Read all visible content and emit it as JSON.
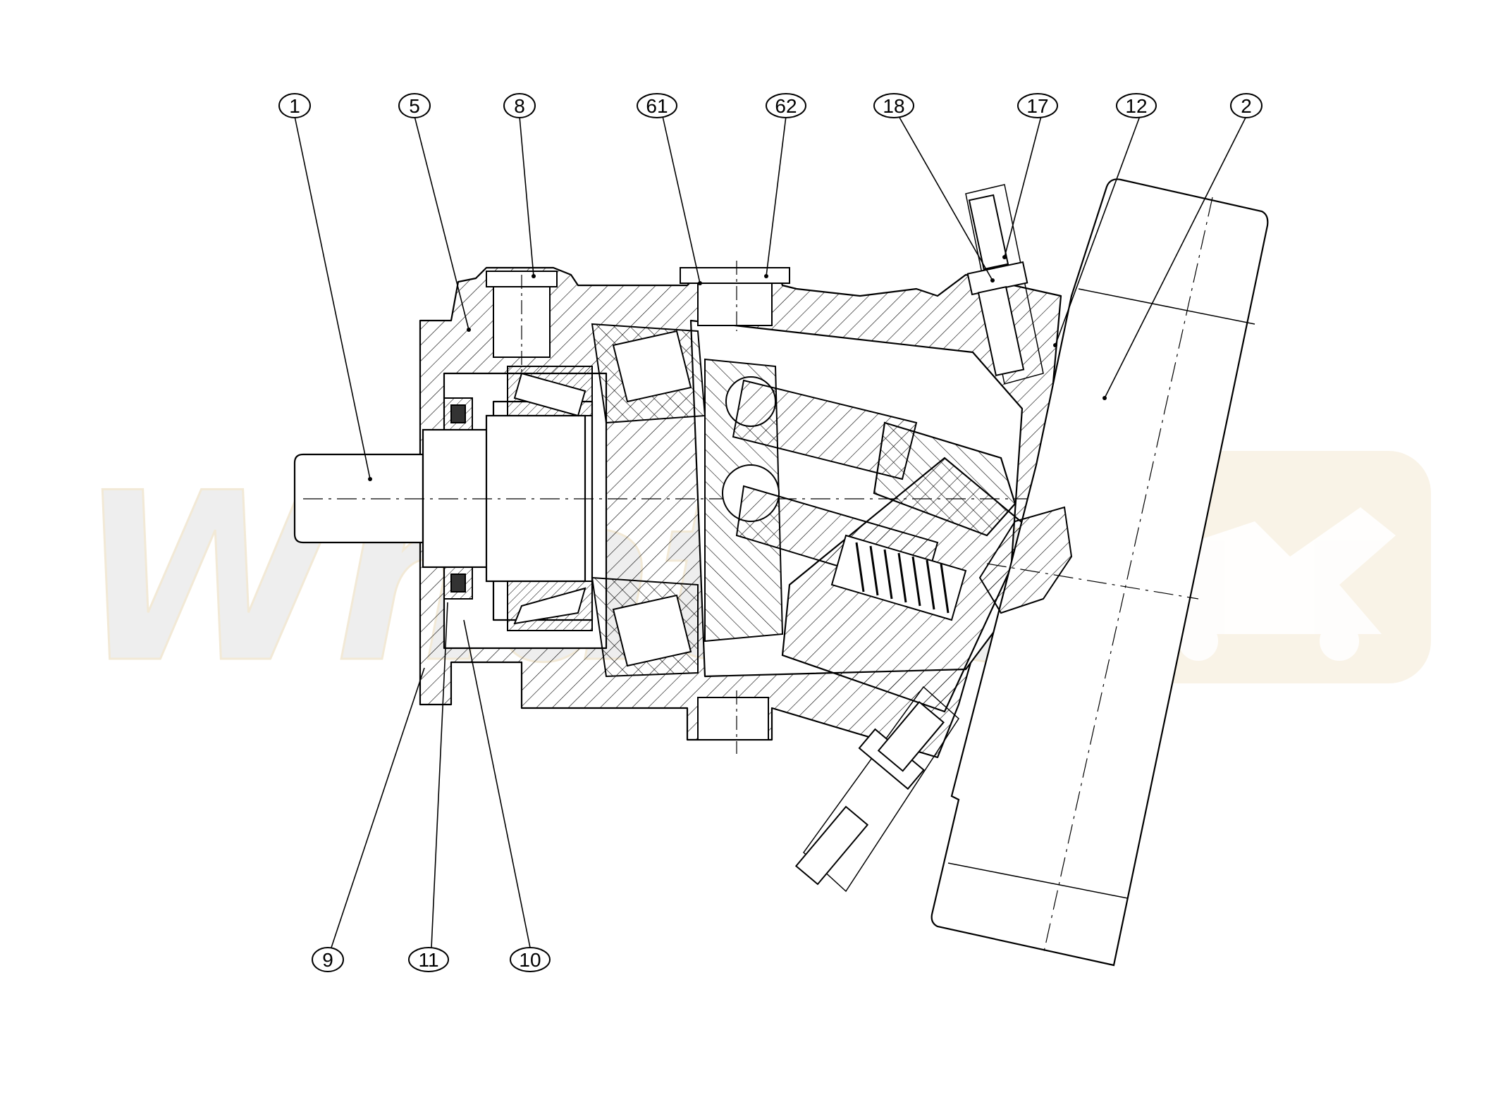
{
  "diagram": {
    "colors": {
      "line": "#000000",
      "hatch": "#000000",
      "background": "#ffffff",
      "watermark_main": "#e9e9e9",
      "watermark_accent": "#f7efdf"
    },
    "watermark": {
      "text": "Whatec",
      "accent_icon": "excavator-icon"
    },
    "callouts": [
      {
        "id": "c1",
        "label": "1"
      },
      {
        "id": "c5",
        "label": "5"
      },
      {
        "id": "c8",
        "label": "8"
      },
      {
        "id": "c61",
        "label": "61"
      },
      {
        "id": "c62",
        "label": "62"
      },
      {
        "id": "c18",
        "label": "18"
      },
      {
        "id": "c17",
        "label": "17"
      },
      {
        "id": "c12",
        "label": "12"
      },
      {
        "id": "c2",
        "label": "2"
      },
      {
        "id": "c9",
        "label": "9"
      },
      {
        "id": "c11",
        "label": "11"
      },
      {
        "id": "c10",
        "label": "10"
      }
    ]
  }
}
